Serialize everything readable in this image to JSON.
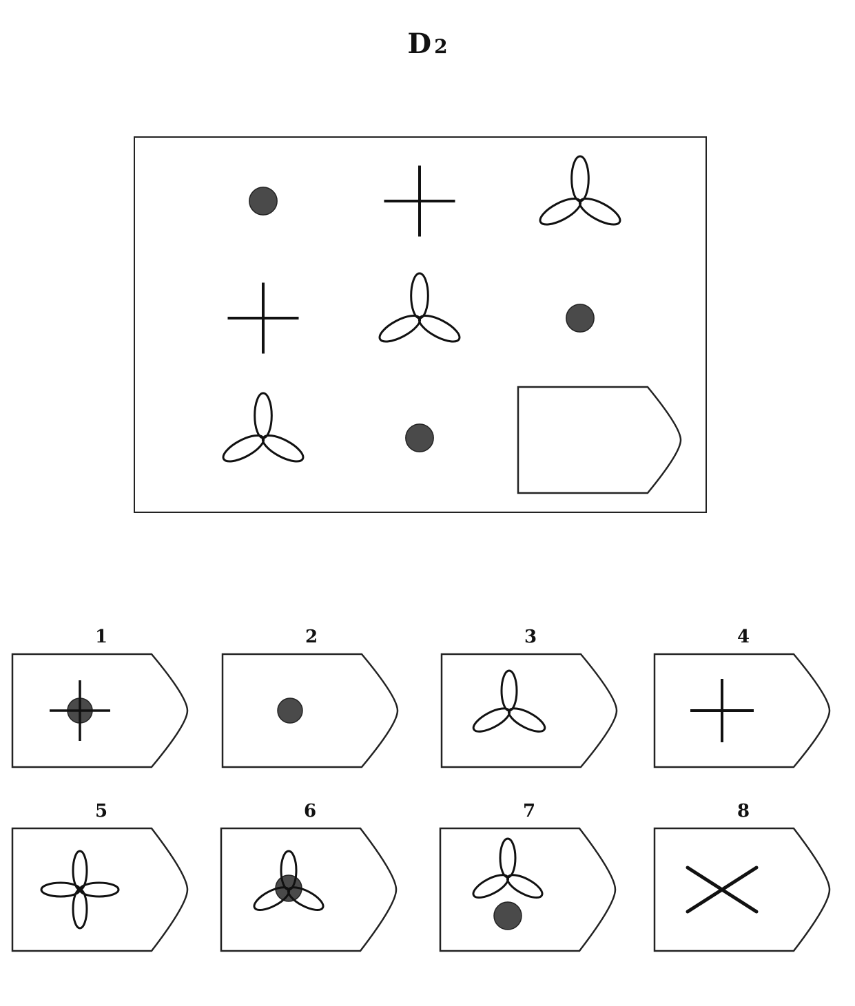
{
  "title": {
    "main": "D",
    "sub": "2"
  },
  "matrix": {
    "cells": [
      {
        "row": 1,
        "col": 1,
        "figure": "dot-icon"
      },
      {
        "row": 1,
        "col": 2,
        "figure": "cross-icon"
      },
      {
        "row": 1,
        "col": 3,
        "figure": "trefoil-icon"
      },
      {
        "row": 2,
        "col": 1,
        "figure": "cross-icon"
      },
      {
        "row": 2,
        "col": 2,
        "figure": "trefoil-icon"
      },
      {
        "row": 2,
        "col": 3,
        "figure": "dot-icon"
      },
      {
        "row": 3,
        "col": 1,
        "figure": "trefoil-icon"
      },
      {
        "row": 3,
        "col": 2,
        "figure": "dot-icon"
      },
      {
        "row": 3,
        "col": 3,
        "figure": "empty-answer-slot"
      }
    ]
  },
  "options": [
    {
      "number": "1",
      "figure": "cross-over-dot-icon"
    },
    {
      "number": "2",
      "figure": "dot-icon"
    },
    {
      "number": "3",
      "figure": "trefoil-icon"
    },
    {
      "number": "4",
      "figure": "cross-icon"
    },
    {
      "number": "5",
      "figure": "four-petal-flower-icon"
    },
    {
      "number": "6",
      "figure": "trefoil-over-dot-icon"
    },
    {
      "number": "7",
      "figure": "trefoil-with-dot-below-icon"
    },
    {
      "number": "8",
      "figure": "x-mark-icon"
    }
  ],
  "colors": {
    "ink": "#111111",
    "dot_fill": "#4a4a4a",
    "background": "#ffffff"
  }
}
